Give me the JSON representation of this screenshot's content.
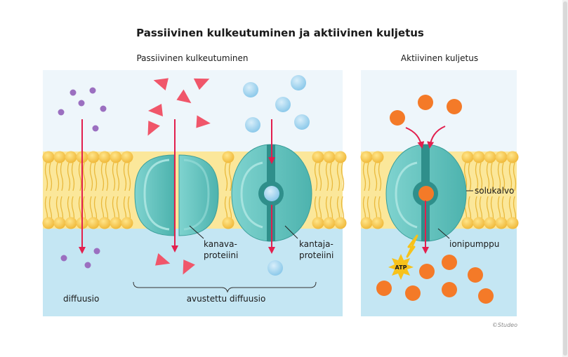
{
  "title": "Passiivinen kulkeutuminen ja aktiivinen kuljetus",
  "panels": {
    "passive_heading": "Passiivinen kulkeutuminen",
    "active_heading": "Aktiivinen kuljetus"
  },
  "labels": {
    "diffusion": "diffuusio",
    "facilitated": "avustettu diffuusio",
    "channel_1": "kanava-",
    "channel_2": "proteiini",
    "carrier_1": "kantaja-",
    "carrier_2": "proteiini",
    "membrane": "solukalvo",
    "ion_pump": "ionipumppu",
    "atp": "ATP"
  },
  "credit": "©Studeo",
  "colors": {
    "outside": "#eef6fb",
    "inside": "#c4e6f3",
    "lipid_head": "#f6c94a",
    "lipid_tail": "#fbe79a",
    "protein": "#5cc3bf",
    "arrow": "#e21f4e",
    "purple": "#9b6fc0",
    "triangle": "#f0566a",
    "blue_ball": "#9fd4ef",
    "orange": "#f47a28"
  }
}
